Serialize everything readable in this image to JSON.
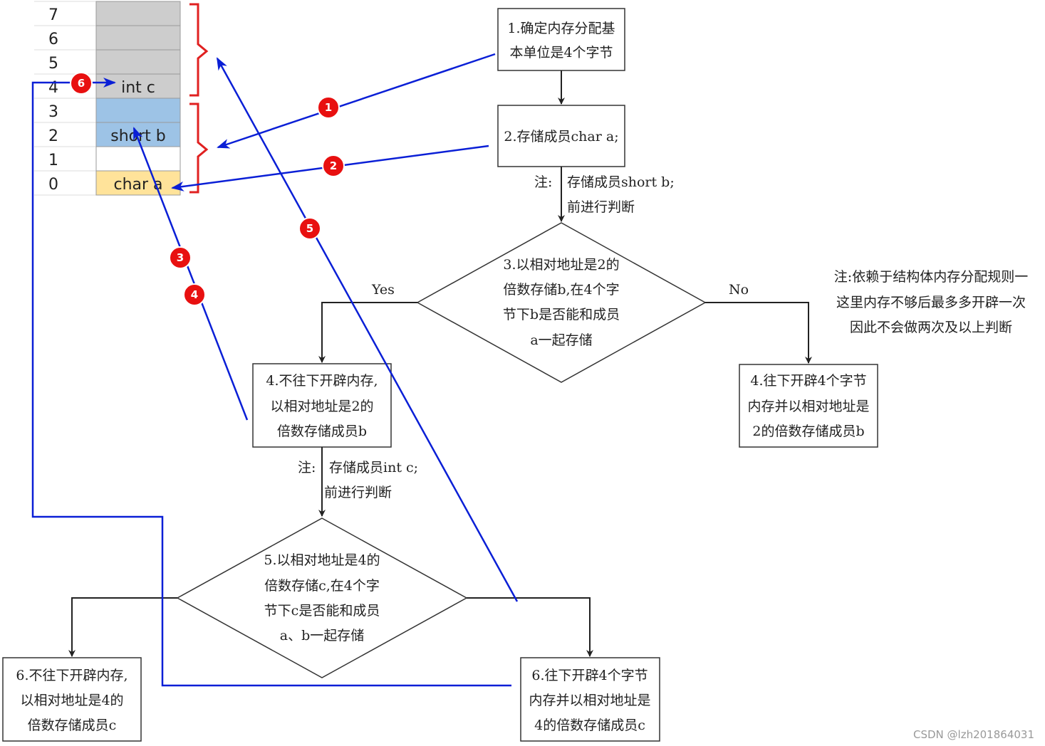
{
  "memory": {
    "rows": [
      {
        "index": "7",
        "label": "",
        "fill": "#cdcdcd"
      },
      {
        "index": "6",
        "label": "",
        "fill": "#cdcdcd"
      },
      {
        "index": "5",
        "label": "",
        "fill": "#cdcdcd"
      },
      {
        "index": "4",
        "label": "int c",
        "fill": "#cdcdcd"
      },
      {
        "index": "3",
        "label": "",
        "fill": "#9dc3e6"
      },
      {
        "index": "2",
        "label": "short b",
        "fill": "#9dc3e6"
      },
      {
        "index": "1",
        "label": "",
        "fill": "#ffffff"
      },
      {
        "index": "0",
        "label": "char a",
        "fill": "#ffe39a"
      }
    ]
  },
  "flow": {
    "step1": {
      "lines": [
        "1.确定内存分配基",
        "本单位是4个字节"
      ]
    },
    "step2": {
      "lines": [
        "2.存储成员char a;"
      ]
    },
    "note_b": {
      "prefix": "注:",
      "lines": [
        "存储成员short b;",
        "前进行判断"
      ]
    },
    "step3": {
      "lines": [
        "3.以相对地址是2的",
        "倍数存储b,在4个字",
        "节下b是否能和成员",
        "a一起存储"
      ]
    },
    "yes_label": "Yes",
    "no_label": "No",
    "side_note": {
      "lines": [
        "注:依赖于结构体内存分配规则一",
        "这里内存不够后最多多开辟一次",
        "因此不会做两次及以上判断"
      ]
    },
    "step4_yes": {
      "lines": [
        "4.不往下开辟内存,",
        "以相对地址是2的",
        "倍数存储成员b"
      ]
    },
    "step4_no": {
      "lines": [
        "4.往下开辟4个字节",
        "内存并以相对地址是",
        "2的倍数存储成员b"
      ]
    },
    "note_c": {
      "prefix": "注:",
      "lines": [
        "存储成员int c;",
        "前进行判断"
      ]
    },
    "step5": {
      "lines": [
        "5.以相对地址是4的",
        "倍数存储c,在4个字",
        "节下c是否能和成员",
        "a、b一起存储"
      ]
    },
    "step6_left": {
      "lines": [
        "6.不往下开辟内存,",
        "以相对地址是4的",
        "倍数存储成员c"
      ]
    },
    "step6_right": {
      "lines": [
        "6.往下开辟4个字节",
        "内存并以相对地址是",
        "4的倍数存储成员c"
      ]
    }
  },
  "badges": [
    "1",
    "2",
    "3",
    "4",
    "5",
    "6"
  ],
  "colors": {
    "arrow_blue": "#0a1fd6",
    "bracket_red": "#e02020",
    "badge_red": "#e81010"
  },
  "watermark": "CSDN @lzh201864031"
}
